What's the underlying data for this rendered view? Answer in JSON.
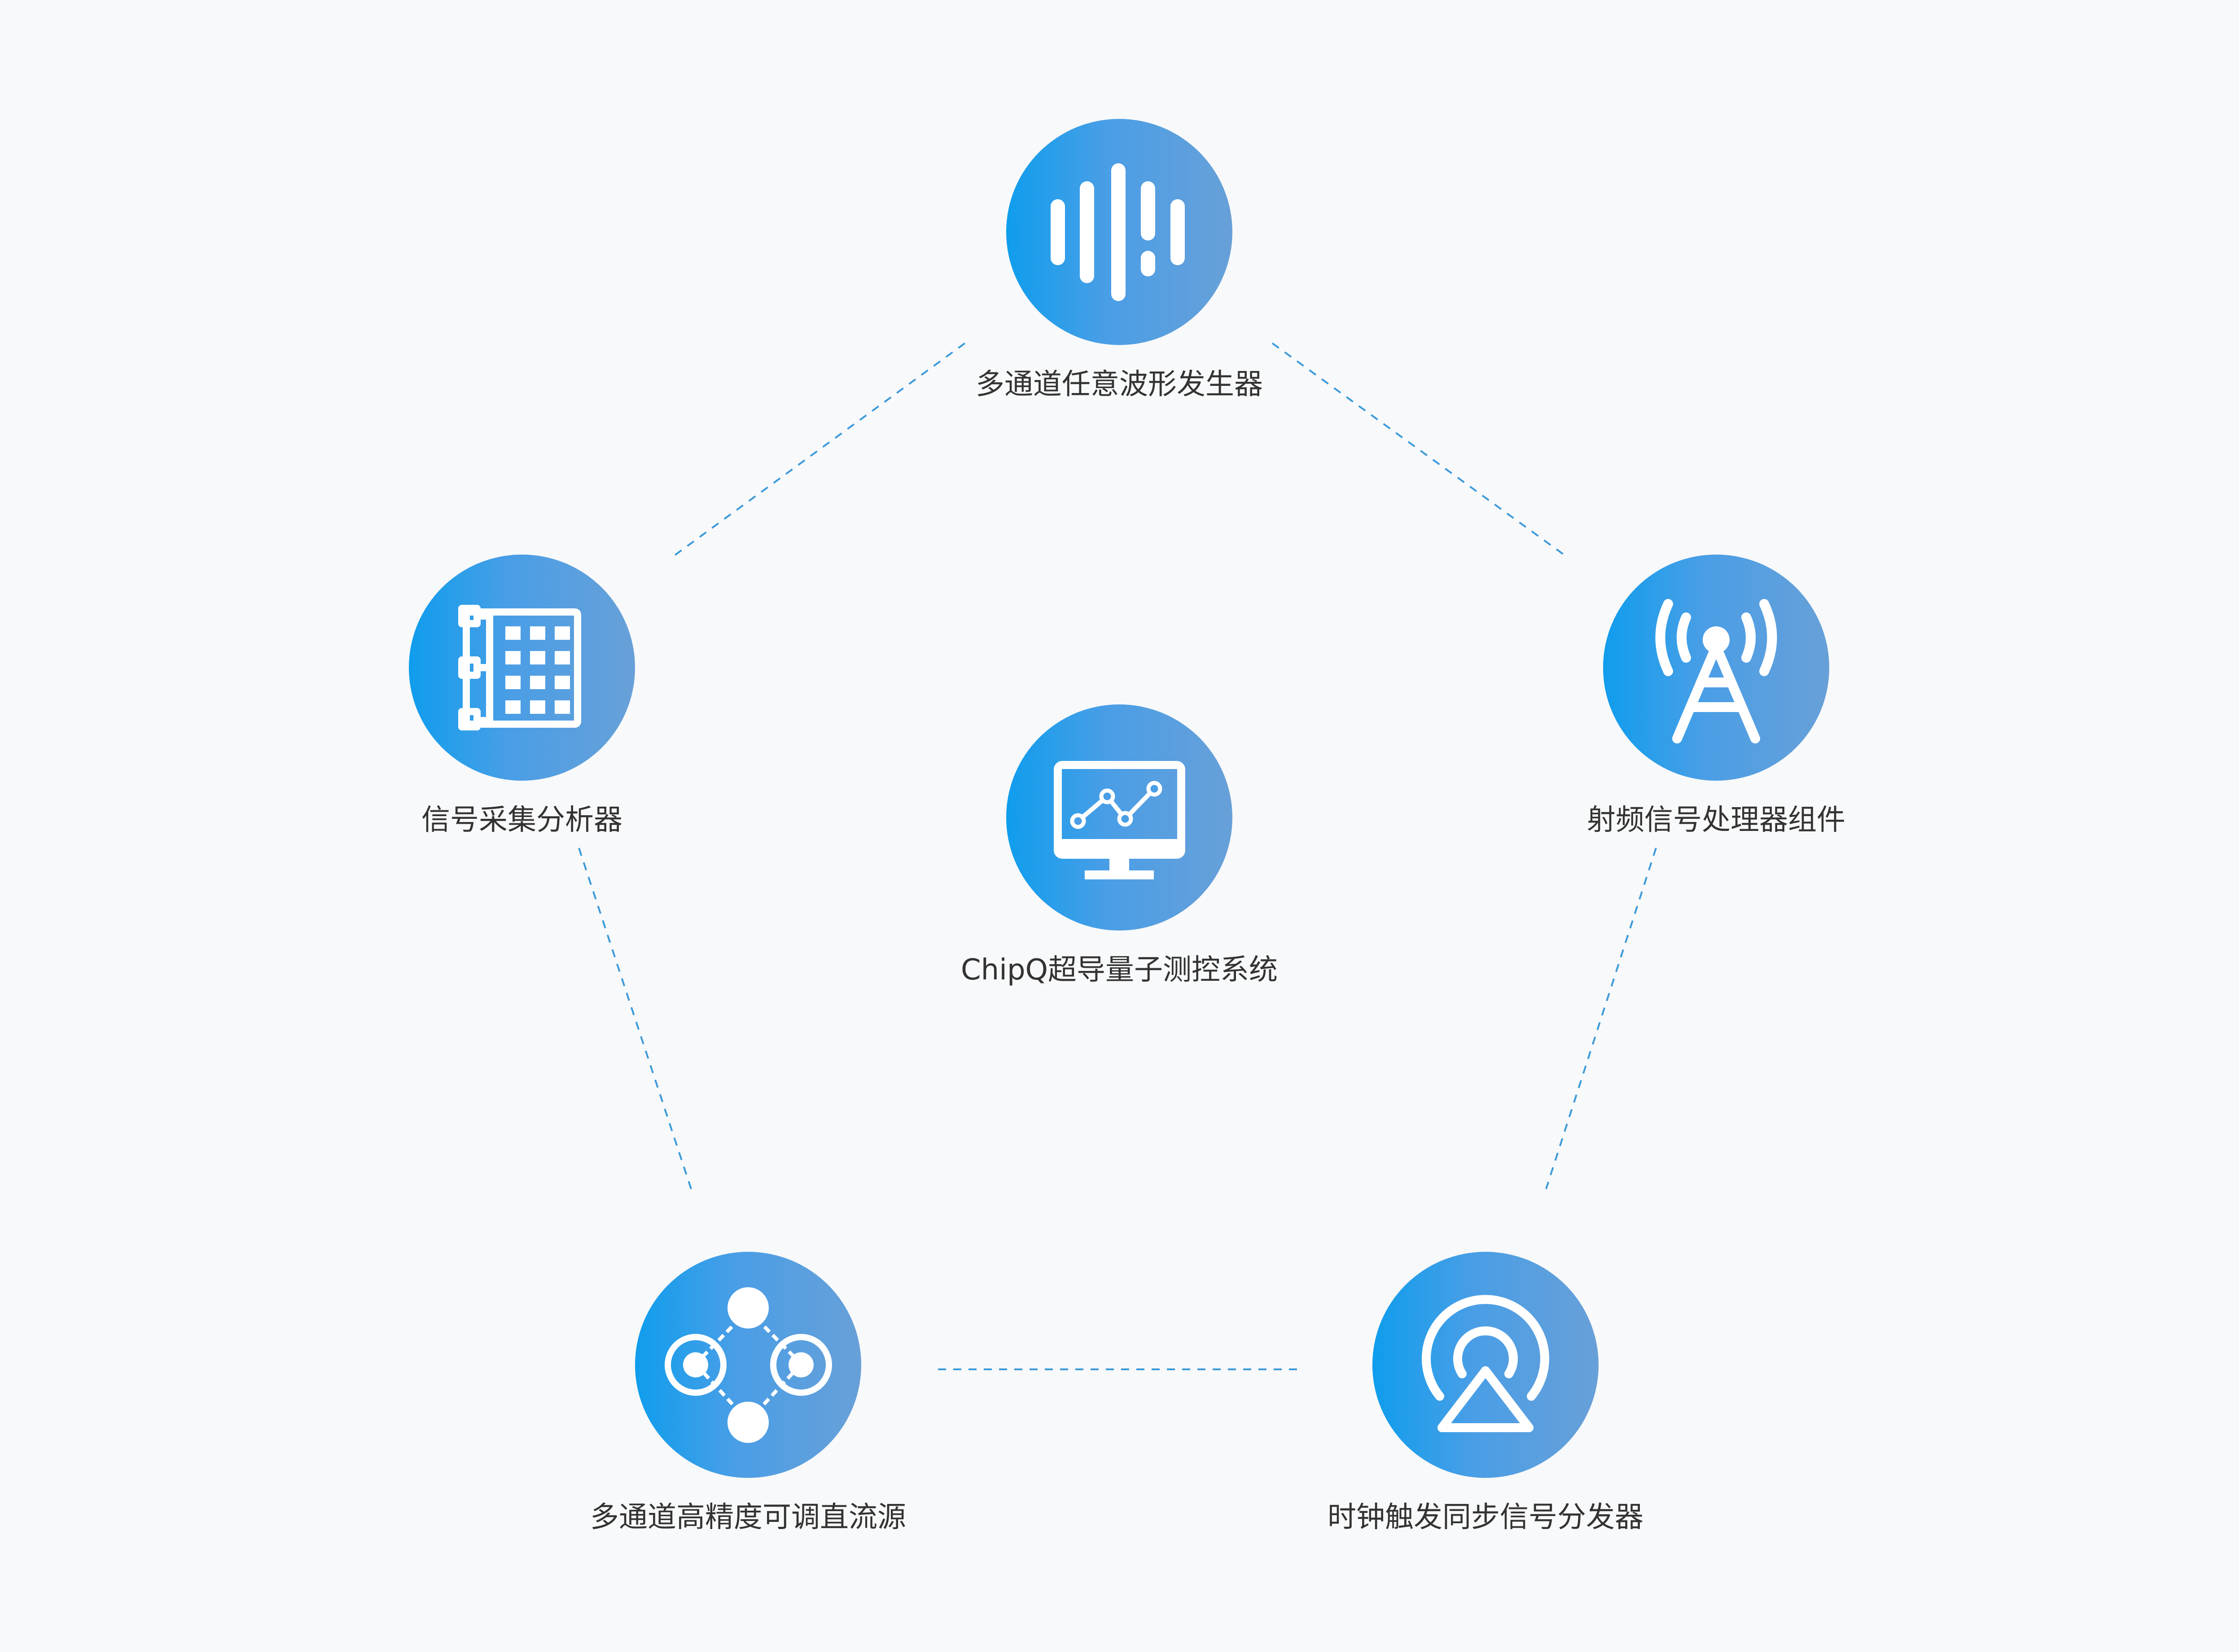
{
  "accent_color": "#0f9ded",
  "link_color": "#3d9ad9",
  "nodes": {
    "top": {
      "label": "多通道任意波形发生器",
      "icon": "waveform-icon"
    },
    "left": {
      "label": "信号采集分析器",
      "icon": "data-grid-icon"
    },
    "right": {
      "label": "射频信号处理器组件",
      "icon": "radio-tower-icon"
    },
    "center": {
      "label": "ChipQ超导量子测控系统",
      "icon": "monitor-chart-icon"
    },
    "bottom_left": {
      "label": "多通道高精度可调直流源",
      "icon": "connected-nodes-icon"
    },
    "bottom_right": {
      "label": "时钟触发同步信号分发器",
      "icon": "broadcast-signal-icon"
    }
  }
}
